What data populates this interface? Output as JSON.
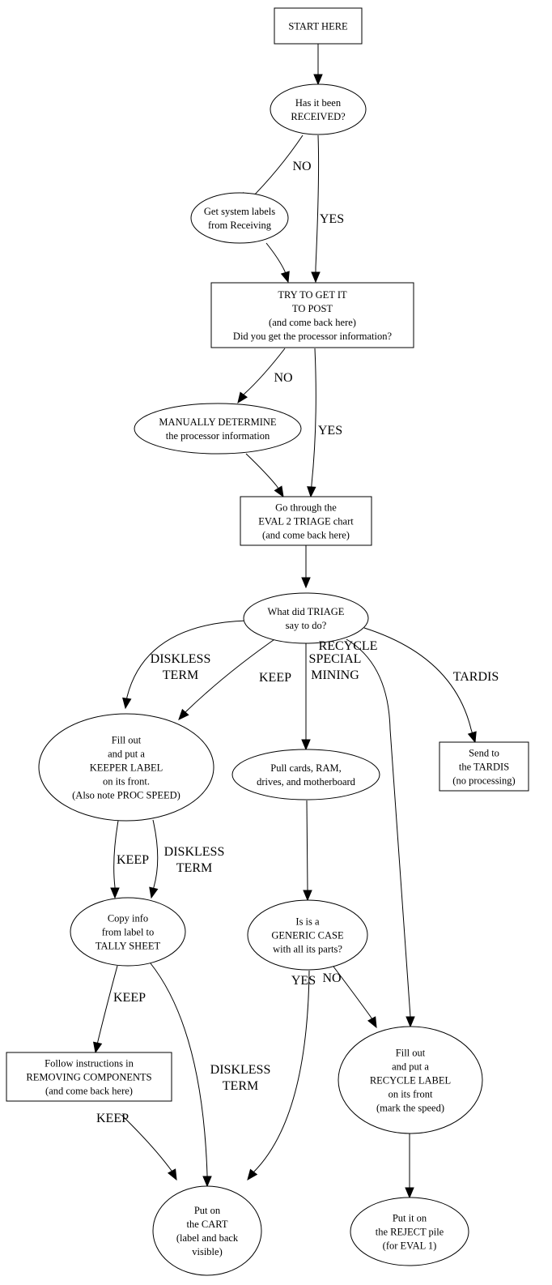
{
  "title": "EVAL 2 processing flowchart",
  "nodes": [
    {
      "id": "start",
      "shape": "box",
      "lines": [
        "START HERE"
      ]
    },
    {
      "id": "received",
      "shape": "ellipse",
      "lines": [
        "Has it been",
        "RECEIVED?"
      ]
    },
    {
      "id": "get_labels",
      "shape": "ellipse",
      "lines": [
        "Get system labels",
        "from Receiving"
      ]
    },
    {
      "id": "post",
      "shape": "box",
      "lines": [
        "TRY TO GET IT",
        "TO POST",
        "(and come back here)",
        "Did you get the processor information?"
      ]
    },
    {
      "id": "manual",
      "shape": "ellipse",
      "lines": [
        "MANUALLY DETERMINE",
        "the processor information"
      ]
    },
    {
      "id": "triage_chart",
      "shape": "box",
      "lines": [
        "Go through the",
        "EVAL 2 TRIAGE chart",
        "(and come back here)"
      ]
    },
    {
      "id": "triage_q",
      "shape": "ellipse",
      "lines": [
        "What did TRIAGE",
        "say to do?"
      ]
    },
    {
      "id": "keeper",
      "shape": "ellipse",
      "lines": [
        "Fill out",
        "and put a",
        "KEEPER LABEL",
        "on its front.",
        "(Also note PROC SPEED)"
      ]
    },
    {
      "id": "pull",
      "shape": "ellipse",
      "lines": [
        "Pull cards, RAM,",
        "drives, and motherboard"
      ]
    },
    {
      "id": "tardis",
      "shape": "box",
      "lines": [
        "Send to",
        "the TARDIS",
        "(no processing)"
      ]
    },
    {
      "id": "tally",
      "shape": "ellipse",
      "lines": [
        "Copy info",
        "from label to",
        "TALLY SHEET"
      ]
    },
    {
      "id": "generic",
      "shape": "ellipse",
      "lines": [
        "Is is a",
        "GENERIC CASE",
        "with all its parts?"
      ]
    },
    {
      "id": "removing",
      "shape": "box",
      "lines": [
        "Follow instructions in",
        "REMOVING COMPONENTS",
        "(and come back here)"
      ]
    },
    {
      "id": "recycle",
      "shape": "ellipse",
      "lines": [
        "Fill out",
        "and put a",
        "RECYCLE LABEL",
        "on its front",
        "(mark the speed)"
      ]
    },
    {
      "id": "cart",
      "shape": "ellipse",
      "lines": [
        "Put on",
        "the CART",
        "(label and back",
        "visible)"
      ]
    },
    {
      "id": "reject",
      "shape": "ellipse",
      "lines": [
        "Put it on",
        "the REJECT pile",
        "(for EVAL 1)"
      ]
    }
  ],
  "edges": [
    {
      "from": "start",
      "to": "received",
      "label": []
    },
    {
      "from": "received",
      "to": "get_labels",
      "label": [
        "NO"
      ]
    },
    {
      "from": "received",
      "to": "post",
      "label": [
        "YES"
      ]
    },
    {
      "from": "get_labels",
      "to": "post",
      "label": []
    },
    {
      "from": "post",
      "to": "manual",
      "label": [
        "NO"
      ]
    },
    {
      "from": "post",
      "to": "triage_chart",
      "label": [
        "YES"
      ]
    },
    {
      "from": "manual",
      "to": "triage_chart",
      "label": []
    },
    {
      "from": "triage_chart",
      "to": "triage_q",
      "label": []
    },
    {
      "from": "triage_q",
      "to": "keeper",
      "label": [
        "DISKLESS",
        "TERM"
      ]
    },
    {
      "from": "triage_q",
      "to": "keeper",
      "label": [
        "KEEP"
      ]
    },
    {
      "from": "triage_q",
      "to": "pull",
      "label": [
        "SPECIAL",
        "MINING"
      ]
    },
    {
      "from": "triage_q",
      "to": "recycle",
      "label": [
        "RECYCLE"
      ]
    },
    {
      "from": "triage_q",
      "to": "tardis",
      "label": [
        "TARDIS"
      ]
    },
    {
      "from": "keeper",
      "to": "tally",
      "label": [
        "KEEP"
      ]
    },
    {
      "from": "keeper",
      "to": "tally",
      "label": [
        "DISKLESS",
        "TERM"
      ]
    },
    {
      "from": "pull",
      "to": "generic",
      "label": []
    },
    {
      "from": "tally",
      "to": "removing",
      "label": [
        "KEEP"
      ]
    },
    {
      "from": "tally",
      "to": "cart",
      "label": [
        "DISKLESS",
        "TERM"
      ]
    },
    {
      "from": "generic",
      "to": "cart",
      "label": [
        "YES"
      ]
    },
    {
      "from": "generic",
      "to": "recycle",
      "label": [
        "NO"
      ]
    },
    {
      "from": "removing",
      "to": "cart",
      "label": [
        "KEEP"
      ]
    },
    {
      "from": "recycle",
      "to": "reject",
      "label": []
    }
  ]
}
